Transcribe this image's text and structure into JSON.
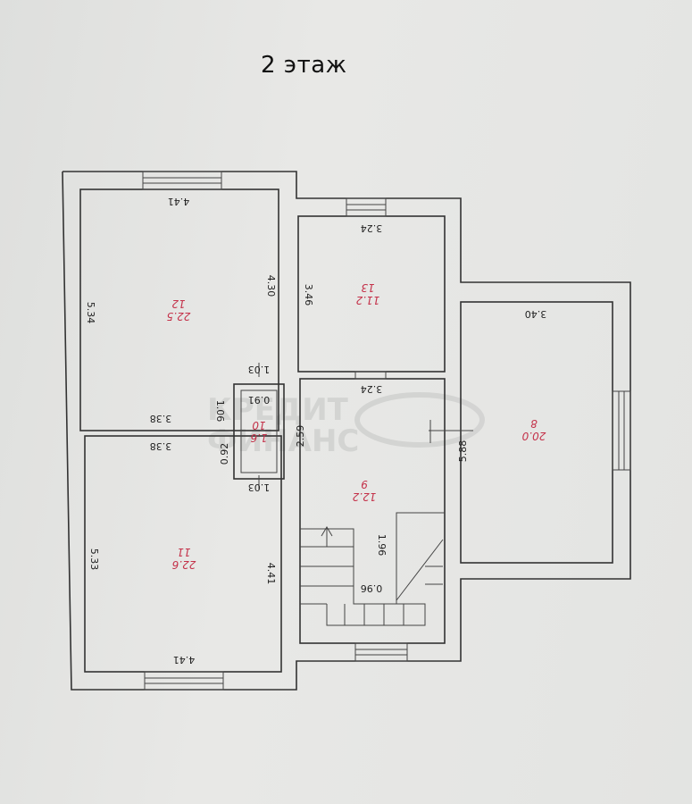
{
  "title": "2 этаж",
  "watermark": {
    "line1": "КРЕДИТ",
    "line2": "ФИНАНС"
  },
  "rooms": [
    {
      "id": "12",
      "num": "12",
      "area": "22.5"
    },
    {
      "id": "13",
      "num": "13",
      "area": "11.2"
    },
    {
      "id": "10",
      "num": "10",
      "area": "1.6"
    },
    {
      "id": "9",
      "num": "9",
      "area": "12.2"
    },
    {
      "id": "8",
      "num": "8",
      "area": "20.0"
    },
    {
      "id": "11",
      "num": "11",
      "area": "22.6"
    }
  ],
  "dimensions": {
    "d441_top": "4.41",
    "d534": "5.34",
    "d430": "4.30",
    "d338_a": "3.38",
    "d338_b": "3.38",
    "d106": "1.06",
    "d092": "0.92",
    "d103_a": "1.03",
    "d103_b": "1.03",
    "d091": "0.91",
    "d324_a": "3.24",
    "d324_b": "3.24",
    "d346": "3.46",
    "d340": "3.40",
    "d259": "2.59",
    "d588": "5.88",
    "d196": "1.96",
    "d096": "0.96",
    "d533": "5.33",
    "d441_mid": "4.41",
    "d441_bot": "4.41"
  },
  "colors": {
    "wall": "#333333",
    "room_label": "#c4324a"
  }
}
